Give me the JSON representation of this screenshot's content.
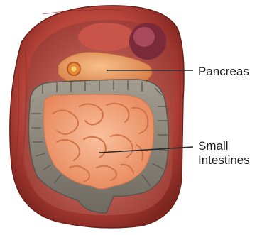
{
  "labels": {
    "pancreas": "Pancreas",
    "small_intestines_line1": "Small",
    "small_intestines_line2": "Intestines"
  },
  "colors": {
    "muscle": "#b8443a",
    "muscle_dark": "#8c2a25",
    "pancreas": "#f0a066",
    "small_intestine": "#f4a27a",
    "large_intestine": "#8a857a",
    "spleen": "#7a2a3a",
    "leader_line": "#2a2a2a"
  }
}
